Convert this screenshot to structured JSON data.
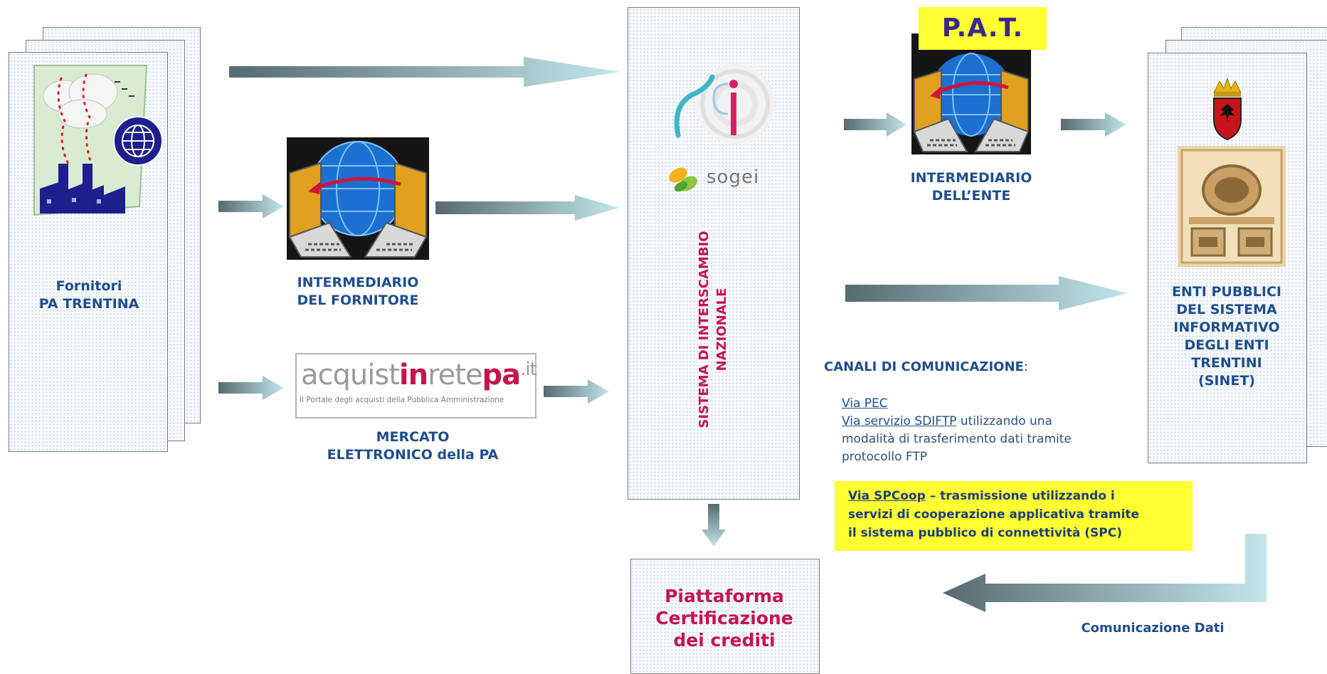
{
  "fornitori": {
    "line1": "Fornitori",
    "line2": "PA TRENTINA"
  },
  "intermediario_fornitore": {
    "line1": "INTERMEDIARIO",
    "line2": "DEL FORNITORE"
  },
  "mepa": {
    "logo_pre": "acquist",
    "logo_in": "in",
    "logo_rete": "rete",
    "logo_pa": "pa",
    "logo_it": ".it",
    "logo_sub": "Il Portale degli acquisti della Pubblica Amministrazione",
    "line1": "MERCATO",
    "line2": "ELETTRONICO della  PA"
  },
  "sdi": {
    "logo_text": "sogei",
    "vertical_line1": "SISTEMA DI INTERSCAMBIO",
    "vertical_line2": "NAZIONALE"
  },
  "piattaforma": {
    "line1": "Piattaforma",
    "line2": "Certificazione",
    "line3": "dei crediti"
  },
  "pat": {
    "badge": "P.A.T.",
    "line1": "INTERMEDIARIO",
    "line2": "DELL’ENTE"
  },
  "enti": {
    "line1": "ENTI PUBBLICI",
    "line2": "DEL SISTEMA",
    "line3": "INFORMATIVO",
    "line4": "DEGLI ENTI",
    "line5": "TRENTINI",
    "line6": "(SINET)"
  },
  "canali": {
    "title": "CANALI DI COMUNICAZIONE",
    "colon": ":",
    "pec": "Via PEC",
    "sdiftp_link": "Via servizio SDIFTP",
    "sdiftp_rest1": " utilizzando una",
    "sdiftp_line2": "modalità di trasferimento dati tramite",
    "sdiftp_line3": "protocollo FTP",
    "spcoop_link": "Via SPCoop",
    "spcoop_rest1": " – trasmissione utilizzando i",
    "spcoop_line2": "servizi di cooperazione applicativa tramite",
    "spcoop_line3": "il sistema pubblico di connettività (SPC)"
  },
  "comunicazione_dati": "Comunicazione Dati",
  "colors": {
    "label_blue": "#1f4e8c",
    "accent_pink": "#c4154f",
    "highlight_yellow": "#ffff33",
    "arrow_dark": "#5a6e72",
    "arrow_light": "#bfe3e6"
  }
}
